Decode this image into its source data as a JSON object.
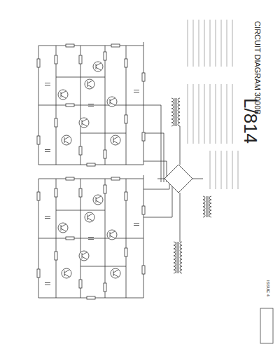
{
  "diagram": {
    "title": "CIRCUIT DIAGRAM 3000B",
    "labels": [
      "L/814",
      "ISSUE 4"
    ]
  }
}
